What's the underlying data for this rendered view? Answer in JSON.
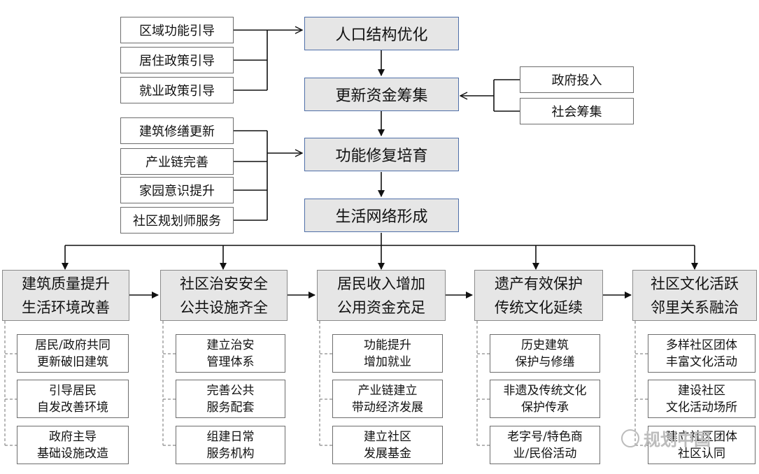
{
  "left_group1": [
    "区域功能引导",
    "居住政策引导",
    "就业政策引导"
  ],
  "main_flow": [
    "人口结构优化",
    "更新资金筹集",
    "功能修复培育",
    "生活网络形成"
  ],
  "right_group": [
    "政府投入",
    "社会筹集"
  ],
  "left_group2": [
    "建筑修缮更新",
    "产业链完善",
    "家园意识提升",
    "社区规划师服务"
  ],
  "categories": [
    {
      "line1": "建筑质量提升",
      "line2": "生活环境改善",
      "subs": [
        [
          "居民/政府共同",
          "更新破旧建筑"
        ],
        [
          "引导居民",
          "自发改善环境"
        ],
        [
          "政府主导",
          "基础设施改造"
        ]
      ]
    },
    {
      "line1": "社区治安安全",
      "line2": "公共设施齐全",
      "subs": [
        [
          "建立治安",
          "管理体系"
        ],
        [
          "完善公共",
          "服务配套"
        ],
        [
          "组建日常",
          "服务机构"
        ]
      ]
    },
    {
      "line1": "居民收入增加",
      "line2": "公用资金充足",
      "subs": [
        [
          "功能提升",
          "增加就业"
        ],
        [
          "产业链建立",
          "带动经济发展"
        ],
        [
          "建立社区",
          "发展基金"
        ]
      ]
    },
    {
      "line1": "遗产有效保护",
      "line2": "传统文化延续",
      "subs": [
        [
          "历史建筑",
          "保护与修缮"
        ],
        [
          "非遗及传统文化",
          "保护传承"
        ],
        [
          "老字号/特色商",
          "业/民俗活动"
        ]
      ]
    },
    {
      "line1": "社区文化活跃",
      "line2": "邻里关系融洽",
      "subs": [
        [
          "多样社区团体",
          "丰富文化活动"
        ],
        [
          "建设社区",
          "文化活动场所"
        ],
        [
          "建立社区团体",
          "社区认同"
        ]
      ]
    }
  ],
  "watermark": "规划中国",
  "watermark_icon": "wechat-icon"
}
